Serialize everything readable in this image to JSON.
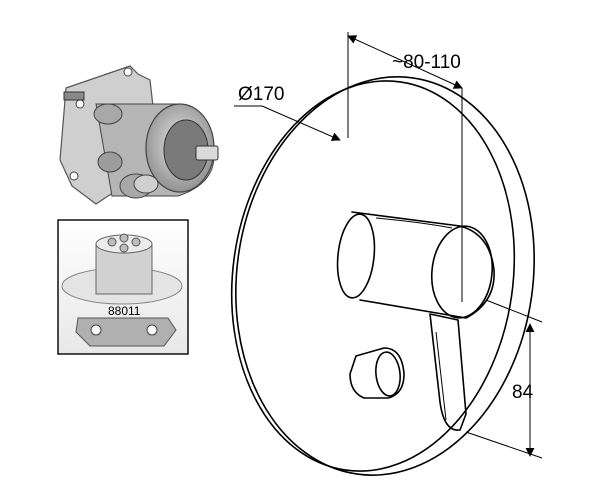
{
  "dimensions": {
    "diameter_label": "Ø170",
    "depth_label": "~80-110",
    "height_label": "84"
  },
  "inset": {
    "part_number": "88011"
  },
  "colors": {
    "line": "#000000",
    "background": "#ffffff",
    "inset_fill": "#f2f2f2",
    "part_shading": "#9a9a9a"
  }
}
